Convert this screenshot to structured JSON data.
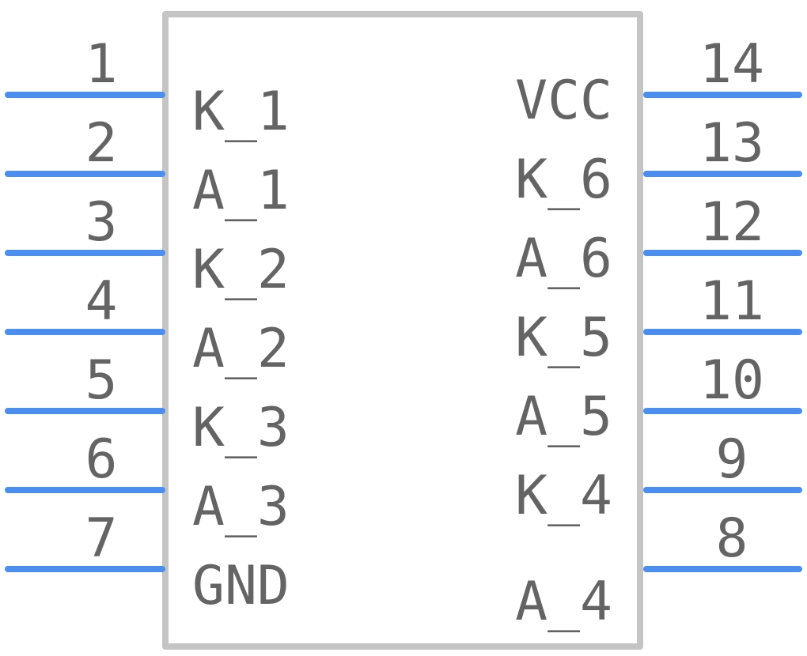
{
  "colors": {
    "pin_line": "#4b8ef0",
    "body_outline": "#c4c4c4",
    "text": "#646464",
    "background": "#ffffff"
  },
  "left_pins": [
    {
      "number": "1",
      "label": "K_1"
    },
    {
      "number": "2",
      "label": "A_1"
    },
    {
      "number": "3",
      "label": "K_2"
    },
    {
      "number": "4",
      "label": "A_2"
    },
    {
      "number": "5",
      "label": "K_3"
    },
    {
      "number": "6",
      "label": "A_3"
    },
    {
      "number": "7",
      "label": "GND"
    }
  ],
  "right_pins": [
    {
      "number": "14",
      "label": "VCC"
    },
    {
      "number": "13",
      "label": "K_6"
    },
    {
      "number": "12",
      "label": "A_6"
    },
    {
      "number": "11",
      "label": "K_5"
    },
    {
      "number": "10",
      "label": "A_5"
    },
    {
      "number": "9",
      "label": "K_4"
    },
    {
      "number": "8",
      "label": "A_4"
    }
  ]
}
